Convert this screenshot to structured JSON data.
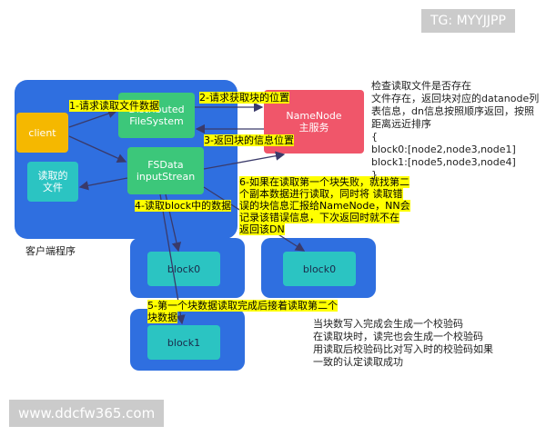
{
  "watermark_top": "TG: MYYJJPP",
  "watermark_bottom": "www.ddcfw365.com",
  "client_area_label": "客户端程序",
  "nodes": {
    "client": "client",
    "dfs": "Distributed\nFileSystem",
    "namenode": "NameNode\n主服务",
    "fsdata": "FSData\ninputStrean",
    "read_file": "读取的\n文件",
    "block0_left": "block0",
    "block0_right": "block0",
    "block1": "block1"
  },
  "steps": {
    "s1": "1-请求读取文件数据",
    "s2": "2-请求获取块的位置",
    "s3": "3-返回块的信息位置",
    "s4": "4-读取block中的数据",
    "s5_line1": "5-第一个块数据读取完成后接着读取第二个",
    "s5_line2": "块数据",
    "s6_line1": "6-如果在读取第一个块失败，就找第二",
    "s6_line2": "个副本数据进行读取，同时将 读取错",
    "s6_line3": "误的块信息汇报给NameNode，NN会",
    "s6_line4": "记录该错误信息，下次返回时就不在",
    "s6_line5": "返回该DN"
  },
  "namenode_note": {
    "line1": "检查读取文件是否存在",
    "line2": "文件存在，返回块对应的datanode列",
    "line3": "表信息，dn信息按照顺序返回，按照",
    "line4": "距离远近排序",
    "line5": "{",
    "line6": "block0:[node2,node3,node1]",
    "line7": "block1:[node5,node3,node4]",
    "line8": "}"
  },
  "checksum_note": {
    "line1": "当块数写入完成会生成一个校验码",
    "line2": "在读取块时，读完也会生成一个校验码",
    "line3": "用读取后校验码比对写入时的校验码如果",
    "line4": "一致的认定读取成功"
  },
  "colors": {
    "client_area": "#2f6fe0",
    "client": "#f5b800",
    "green": "#3cc77a",
    "namenode": "#f0566a",
    "teal_box": "#2bc4c2",
    "dn_area": "#2f6fe0",
    "highlight": "#ffff00",
    "arrow": "#3a3a6a",
    "step4_arrow": "#4a4a7a"
  }
}
